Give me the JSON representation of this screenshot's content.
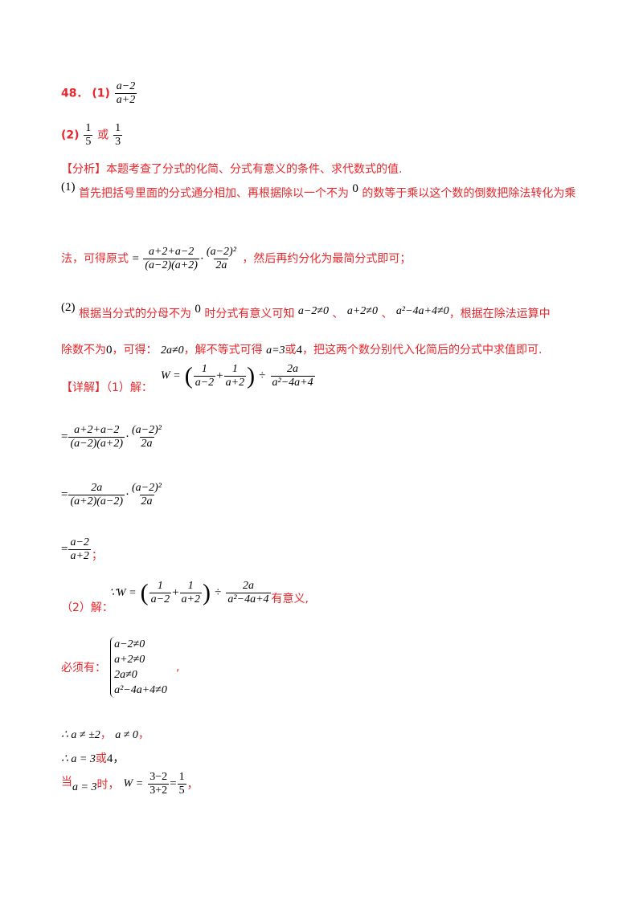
{
  "answer": {
    "number": "48．",
    "part1_label": "(1)",
    "part1_num": "a−2",
    "part1_den": "a+2",
    "part2_label": "(2)",
    "part2_frac1_num": "1",
    "part2_frac1_den": "5",
    "part2_or": "或",
    "part2_frac2_num": "1",
    "part2_frac2_den": "3"
  },
  "analysis": {
    "title": "【分析】本题考查了分式的化简、分式有意义的条件、求代数式的值.",
    "p1_label": "(1)",
    "p1_text_a": "首先把括号里面的分式通分相加、再根据除以一个不为",
    "p1_zero": "0",
    "p1_text_b": "的数等于乘以这个数的倒数把除法转化为乘",
    "p1_line2_a": "法，可得原式",
    "p1_eq_num1": "a+2+a−2",
    "p1_eq_den1": "(a−2)(a+2)",
    "p1_eq_num2": "(a−2)²",
    "p1_eq_den2": "2a",
    "p1_line2_b": "，然后再约分化为最简分式即可；",
    "p2_label": "(2)",
    "p2_text_a": "根据当分式的分母不为",
    "p2_zero": "0",
    "p2_text_b": "时分式有意义可知",
    "p2_cond1": "a−2≠0",
    "p2_sep1": "、",
    "p2_cond2": "a+2≠0",
    "p2_sep2": "、",
    "p2_cond3": "a²−4a+4≠0",
    "p2_text_c": "，根据在除法运算中",
    "p2_line2_a": "除数不为",
    "p2_line2_zero": "0",
    "p2_line2_b": "，可得：",
    "p2_line2_cond": "2a≠0",
    "p2_line2_c": "，解不等式可得",
    "p2_line2_sol": "a=3",
    "p2_line2_or": "或",
    "p2_line2_four": "4",
    "p2_line2_d": "，把这两个数分别代入化简后的分式中求值即可."
  },
  "detail": {
    "title": "【详解】（1）解：",
    "W_expr_lhs": "W =",
    "frac_1_num": "1",
    "frac_1_den": "a−2",
    "frac_2_num": "1",
    "frac_2_den": "a+2",
    "div": "÷",
    "frac_3_num": "2a",
    "frac_3_den": "a²−4a+4",
    "step1_num1": "a+2+a−2",
    "step1_den1": "(a−2)(a+2)",
    "step1_num2": "(a−2)²",
    "step1_den2": "2a",
    "step2_num1": "2a",
    "step2_den1": "(a+2)(a−2)",
    "step2_num2": "(a−2)²",
    "step2_den2": "2a",
    "step3_num": "a−2",
    "step3_den": "a+2",
    "step3_end": "；",
    "part2_title": "（2）解：",
    "part2_because": "∵W =",
    "part2_meaningful": "有意义,",
    "must_have": "必须有：",
    "system": [
      "a−2≠0",
      "a+2≠0",
      "2a≠0",
      "a²−4a+4≠0"
    ],
    "system_comma": ",",
    "therefore1_a": "∴ a ≠ ±2",
    "therefore1_sep": "，",
    "therefore1_b": "a ≠ 0",
    "therefore1_end": "，",
    "therefore2_a": "∴ a = 3",
    "therefore2_or": "或",
    "therefore2_b": "4",
    "therefore2_end": "，",
    "when": "当",
    "when_cond": "a = 3",
    "when_time": "时，",
    "W_eq": "W =",
    "calc_num": "3−2",
    "calc_den": "3+2",
    "calc_res_num": "1",
    "calc_res_den": "5",
    "calc_end": "，"
  }
}
